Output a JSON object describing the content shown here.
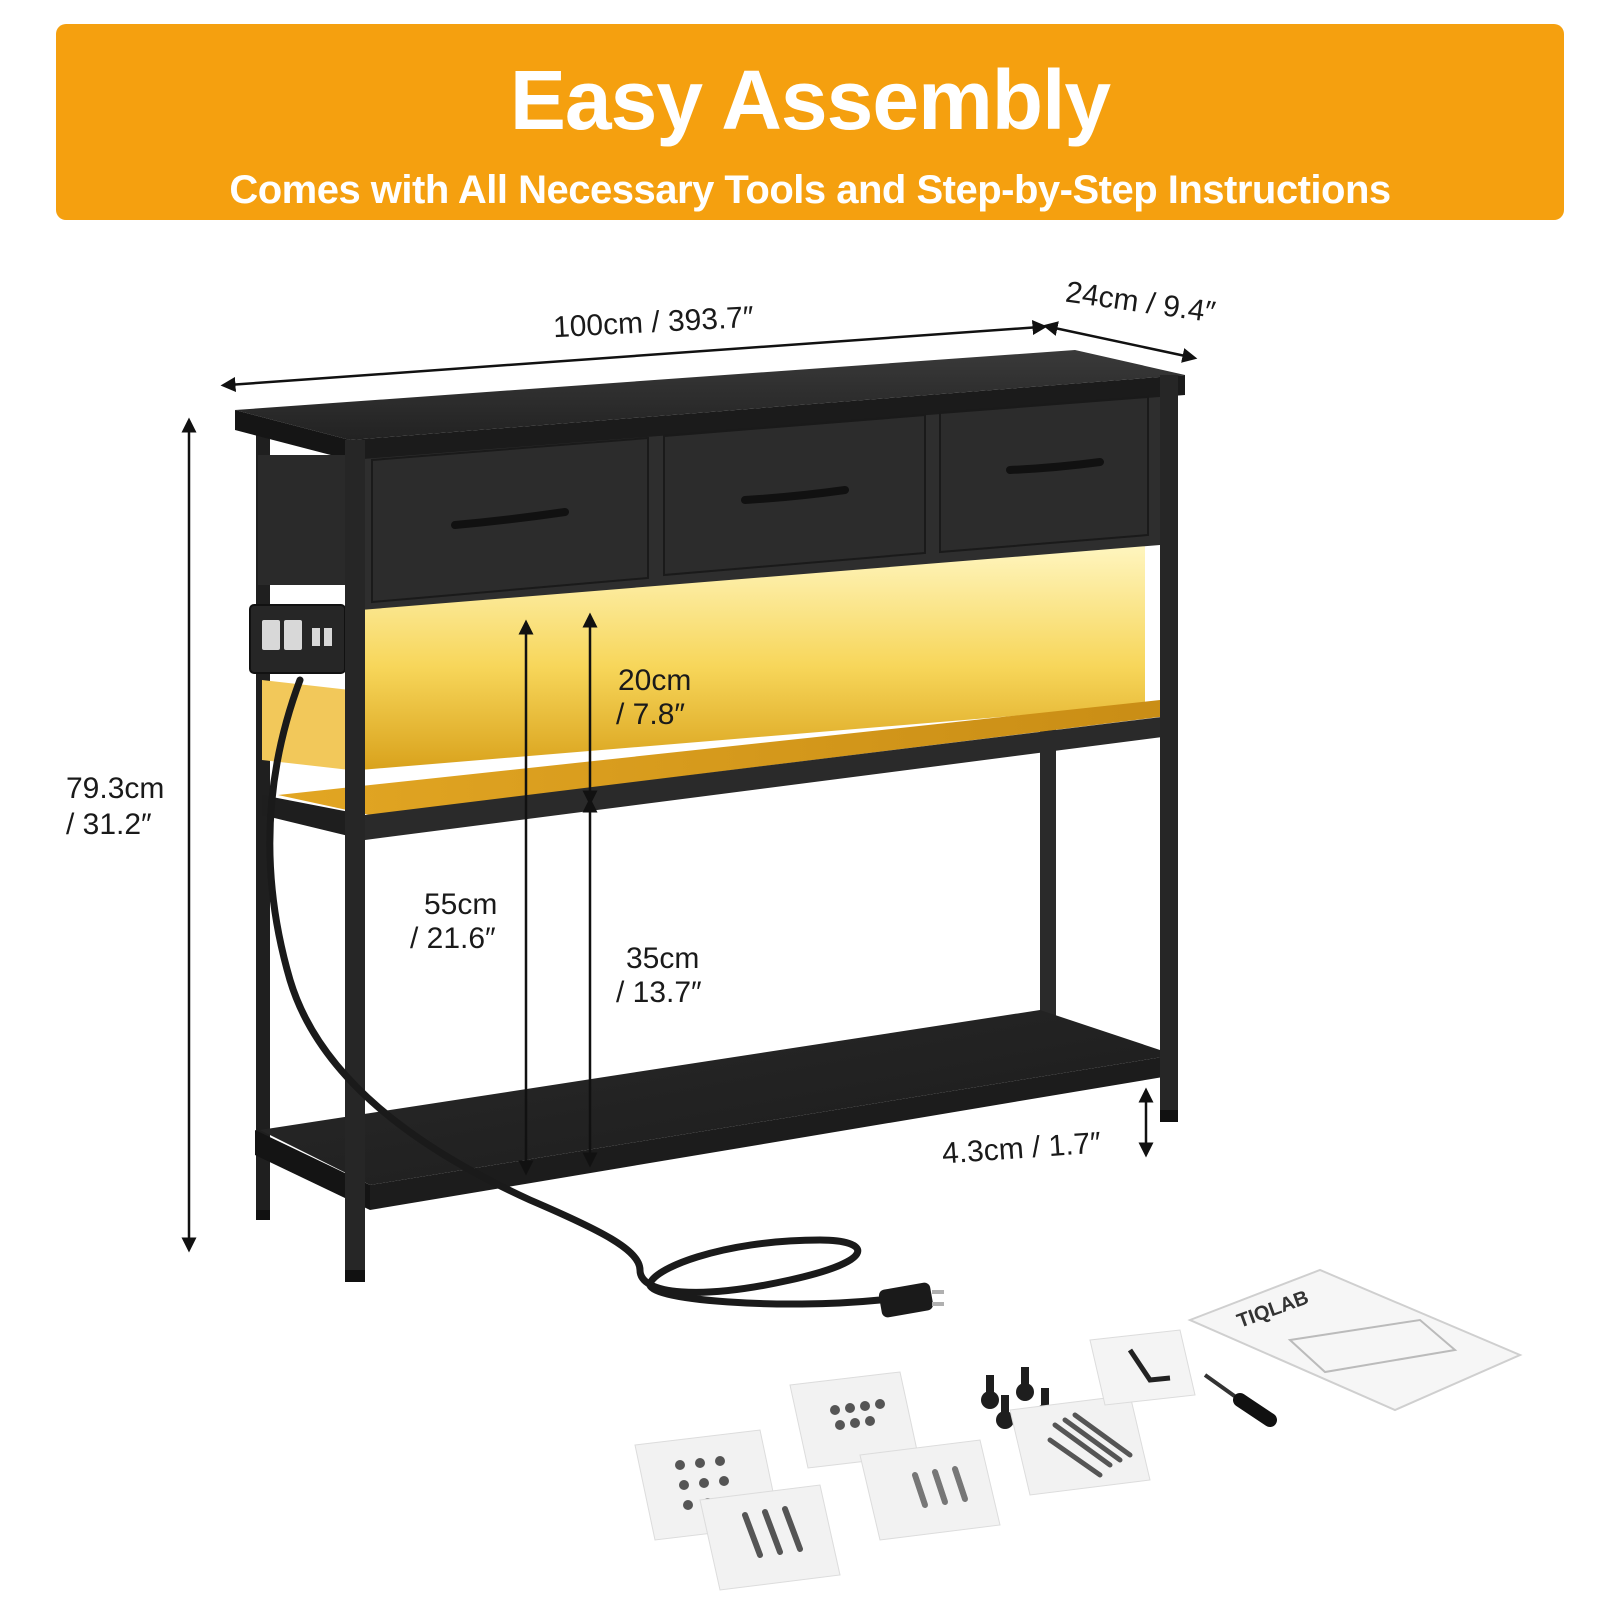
{
  "banner": {
    "title": "Easy Assembly",
    "subtitle": "Comes with All Necessary Tools and Step-by-Step Instructions"
  },
  "dimensions": {
    "width": "100cm / 393.7″",
    "depth": "24cm / 9.4″",
    "height_cm": "79.3cm",
    "height_in": "/ 31.2″",
    "top_shelf_cm": "20cm",
    "top_shelf_in": "/ 7.8″",
    "full_open_cm": "55cm",
    "full_open_in": "/ 21.6″",
    "lower_open_cm": "35cm",
    "lower_open_in": "/ 13.7″",
    "clearance": "4.3cm / 1.7″"
  },
  "manual": {
    "brand": "TIQLAB"
  },
  "colors": {
    "banner": "#f5a00f",
    "frame": "#2b2b2b",
    "glow": "#f3c23a"
  }
}
